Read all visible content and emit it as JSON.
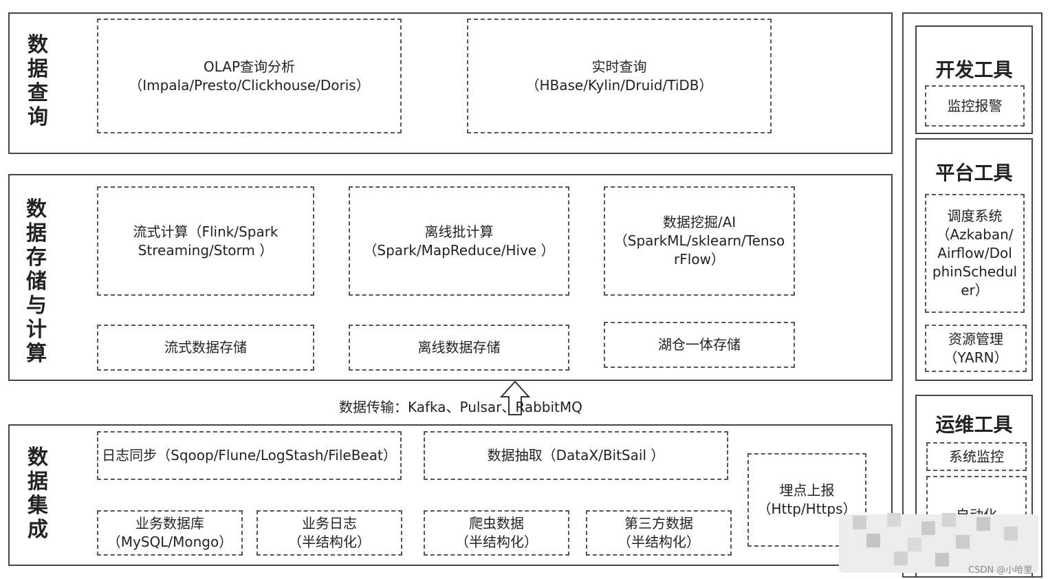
{
  "layers": {
    "query": {
      "title_chars": [
        "数",
        "据",
        "查",
        "询"
      ],
      "boxes": [
        {
          "line1": "OLAP查询分析",
          "line2": "（Impala/Presto/Clickhouse/Doris）"
        },
        {
          "line1": "实时查询",
          "line2": "（HBase/Kylin/Druid/TiDB）"
        }
      ]
    },
    "storage_compute": {
      "title_chars": [
        "数",
        "据",
        "存",
        "储",
        "与",
        "计",
        "算"
      ],
      "compute": [
        {
          "lines": [
            "流式计算（Flink/Spark",
            "Streaming/Storm ）"
          ]
        },
        {
          "lines": [
            "离线批计算",
            "（Spark/MapReduce/Hive ）"
          ]
        },
        {
          "lines": [
            "数据挖掘/AI",
            "（SparkML/sklearn/Tenso",
            "rFlow）"
          ]
        }
      ],
      "storage": [
        "流式数据存储",
        "离线数据存储",
        "湖仓一体存储"
      ]
    },
    "transfer": {
      "text": "数据传输：Kafka、Pulsar、RabbitMQ"
    },
    "integration": {
      "title_chars": [
        "数",
        "据",
        "集",
        "成"
      ],
      "sync": "日志同步（Sqoop/Flune/LogStash/FileBeat）",
      "extract": "数据抽取（DataX/BitSail ）",
      "sources": [
        {
          "line1": "业务数据库",
          "line2": "（MySQL/Mongo）"
        },
        {
          "line1": "业务日志",
          "line2": "（半结构化）"
        },
        {
          "line1": "爬虫数据",
          "line2": "（半结构化）"
        },
        {
          "line1": "第三方数据",
          "line2": "（半结构化）"
        }
      ],
      "tracking": {
        "line1": "埋点上报",
        "line2": "（Http/Https）"
      }
    }
  },
  "sidebar": {
    "dev": {
      "title": "开发工具",
      "items": [
        "监控报警"
      ]
    },
    "platform": {
      "title": "平台工具",
      "scheduler_lines": [
        "调度系统",
        "（Azkaban/",
        "Airflow/Dol",
        "phinSchedul",
        "er）"
      ],
      "resource_lines": [
        "资源管理",
        "（YARN）"
      ]
    },
    "ops": {
      "title": "运维工具",
      "items": [
        "系统监控",
        "自动化"
      ]
    }
  },
  "watermark": "CSDN @小哈里"
}
